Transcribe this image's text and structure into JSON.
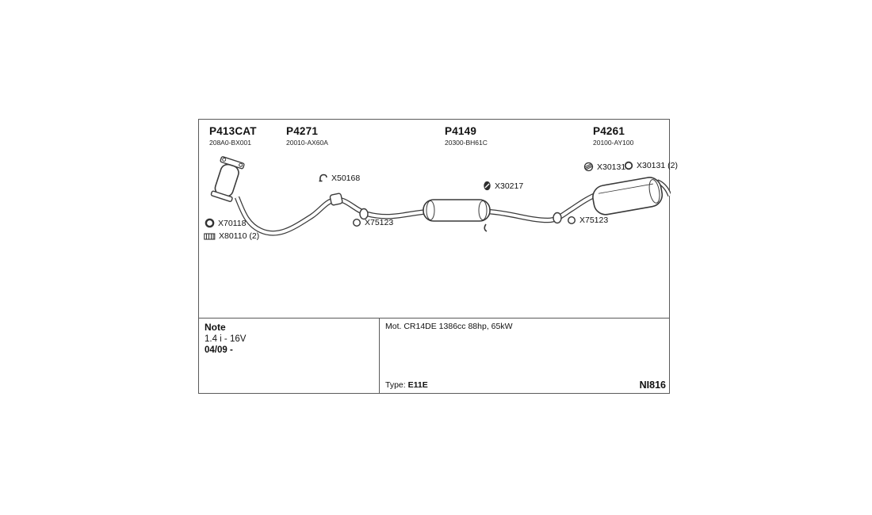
{
  "diagram": {
    "sections": [
      {
        "code": "P413CAT",
        "part_number": "208A0-BX001"
      },
      {
        "code": "P4271",
        "part_number": "20010-AX60A"
      },
      {
        "code": "P4149",
        "part_number": "20300-BH61C"
      },
      {
        "code": "P4261",
        "part_number": "20100-AY100"
      }
    ],
    "fasteners": [
      {
        "label": "X50168",
        "icon": "clamp-icon"
      },
      {
        "label": "X30217",
        "icon": "rubber-hanger-icon"
      },
      {
        "label": "X30131",
        "icon": "nut-icon"
      },
      {
        "label": "X30131 (2)",
        "icon": "gasket-ring-icon"
      },
      {
        "label": "X70118",
        "icon": "gasket-ring-icon"
      },
      {
        "label": "X80110 (2)",
        "icon": "spring-icon"
      },
      {
        "label": "X75123",
        "icon": "gasket-ring-icon"
      },
      {
        "label": "X75123",
        "icon": "gasket-ring-icon"
      }
    ]
  },
  "info": {
    "note_title": "Note",
    "note_line1": "1.4 i - 16V",
    "note_line2": "04/09 -",
    "engine": "Mot. CR14DE 1386cc 88hp, 65kW",
    "type_label": "Type: ",
    "type_value": "E11E",
    "doc_code": "NI816"
  },
  "colors": {
    "line": "#3a3a3a",
    "border": "#5a5a5a"
  }
}
